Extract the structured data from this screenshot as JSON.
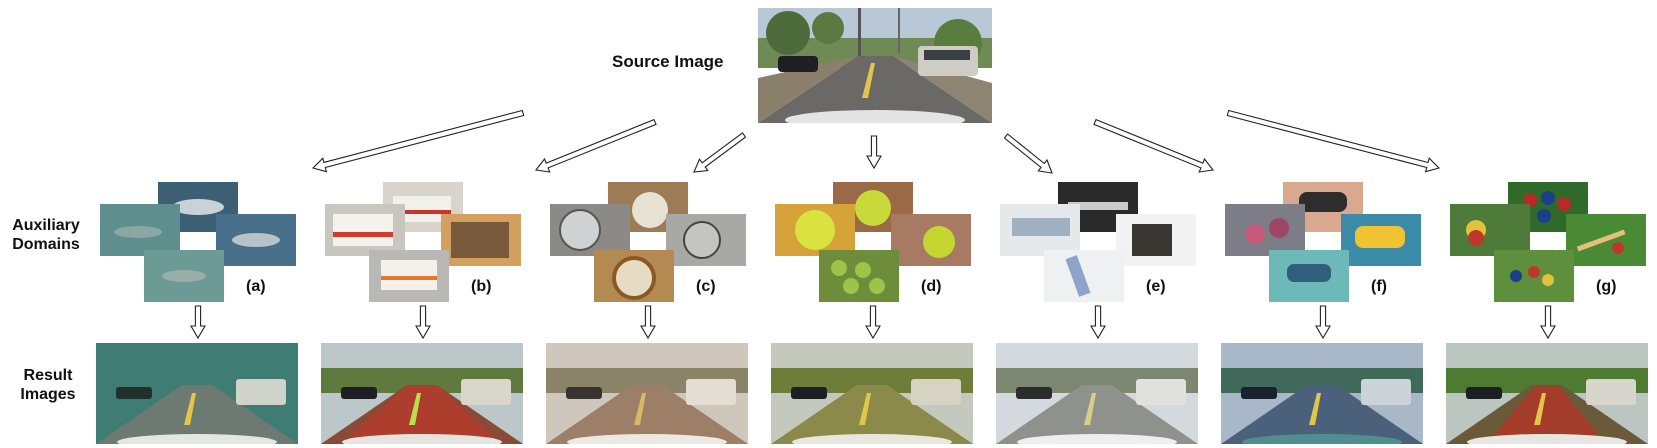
{
  "labels": {
    "source": "Source Image",
    "auxiliary": "Auxiliary Domains",
    "result": "Result Images"
  },
  "domains": [
    {
      "letter": "(a)",
      "colors": [
        "#5e8f8e",
        "#3c5f74",
        "#486f89",
        "#6c9a95"
      ],
      "result_tint": "#3e7c74"
    },
    {
      "letter": "(b)",
      "colors": [
        "#c9c6c0",
        "#d8d4cc",
        "#7a5a3c",
        "#b9b8b4"
      ],
      "result_tint": "#b83a2a"
    },
    {
      "letter": "(c)",
      "colors": [
        "#8b8a86",
        "#9c7b55",
        "#a8a8a4",
        "#b38a52"
      ],
      "result_tint": "#b9a58f"
    },
    {
      "letter": "(d)",
      "colors": [
        "#d6a23a",
        "#9a6a47",
        "#a77a63",
        "#6d8d3b"
      ],
      "result_tint": "#a8963a"
    },
    {
      "letter": "(e)",
      "colors": [
        "#9fb0c0",
        "#2a2a2a",
        "#3a3632",
        "#8ca4c8"
      ],
      "result_tint": "#9fa6a3"
    },
    {
      "letter": "(f)",
      "colors": [
        "#7d7d88",
        "#d9a98f",
        "#3c8ba8",
        "#6cb9b8"
      ],
      "result_tint": "#355f9c"
    },
    {
      "letter": "(g)",
      "colors": [
        "#4f7b3a",
        "#2f6a2a",
        "#4a8a35",
        "#5d8f3d"
      ],
      "result_tint": "#b13525"
    }
  ]
}
